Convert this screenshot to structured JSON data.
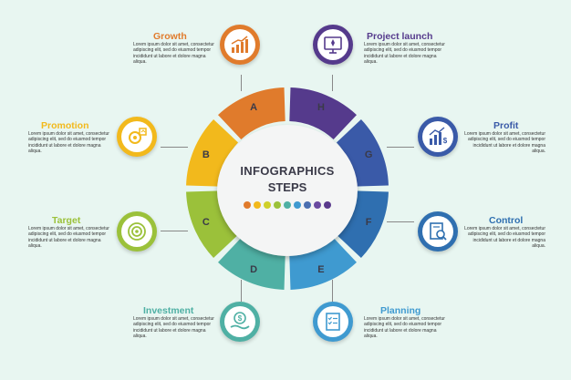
{
  "center": {
    "line1": "INFOGRAPHICS",
    "line2": "STEPS",
    "dot_colors": [
      "#e07b2c",
      "#f2b91c",
      "#cfd02a",
      "#9bc13a",
      "#4fb0a4",
      "#3f9ad0",
      "#4b6fb0",
      "#6a4aa0",
      "#5a3a8c"
    ]
  },
  "steps": [
    {
      "letter": "A",
      "title": "Growth",
      "color": "#e07b2c",
      "text": "Lorem ipsum dolor sit amet, consectetur adipiscing elit, sed do eiusmod tempor incididunt ut labore et dolore magna aliqua.",
      "icon": "growth-chart-icon"
    },
    {
      "letter": "B",
      "title": "Promotion",
      "color": "#f2b91c",
      "text": "Lorem ipsum dolor sit amet, consectetur adipiscing elit, sed do eiusmod tempor incididunt ut labore et dolore magna aliqua.",
      "icon": "promotion-icon"
    },
    {
      "letter": "C",
      "title": "Target",
      "color": "#9bc13a",
      "text": "Lorem ipsum dolor sit amet, consectetur adipiscing elit, sed do eiusmod tempor incididunt ut labore et dolore magna aliqua.",
      "icon": "target-icon"
    },
    {
      "letter": "D",
      "title": "Investment",
      "color": "#4fb0a4",
      "text": "Lorem ipsum dolor sit amet, consectetur adipiscing elit, sed do eiusmod tempor incididunt ut labore et dolore magna aliqua.",
      "icon": "money-hand-icon"
    },
    {
      "letter": "E",
      "title": "Planning",
      "color": "#3f9ad0",
      "text": "Lorem ipsum dolor sit amet, consectetur adipiscing elit, sed do eiusmod tempor incididunt ut labore et dolore magna aliqua.",
      "icon": "checklist-icon"
    },
    {
      "letter": "F",
      "title": "Control",
      "color": "#2f6fb0",
      "text": "Lorem ipsum dolor sit amet, consectetur adipiscing elit, sed do eiusmod tempor incididunt ut labore et dolore magna aliqua.",
      "icon": "clipboard-search-icon"
    },
    {
      "letter": "G",
      "title": "Profit",
      "color": "#3a5aa8",
      "text": "Lorem ipsum dolor sit amet, consectetur adipiscing elit, sed do eiusmod tempor incididunt ut labore et dolore magna aliqua.",
      "icon": "profit-chart-icon"
    },
    {
      "letter": "H",
      "title": "Project launch",
      "color": "#553a8c",
      "text": "Lorem ipsum dolor sit amet, consectetur adipiscing elit, sed do eiusmod tempor incididunt ut labore et dolore magna aliqua.",
      "icon": "rocket-monitor-icon"
    }
  ]
}
